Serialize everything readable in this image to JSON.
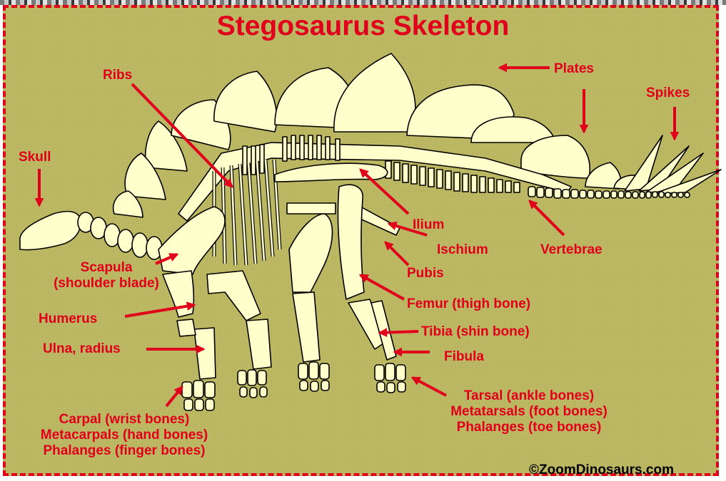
{
  "title": "Stegosaurus Skeleton",
  "labels": {
    "plates": "Plates",
    "spikes": "Spikes",
    "ribs": "Ribs",
    "skull": "Skull",
    "ilium": "Ilium",
    "ischium": "Ischium",
    "vertebrae": "Vertebrae",
    "pubis": "Pubis",
    "scapula_line1": "Scapula",
    "scapula_line2": "(shoulder blade)",
    "femur": "Femur (thigh bone)",
    "humerus": "Humerus",
    "tibia": "Tibia (shin bone)",
    "ulna_radius": "Ulna, radius",
    "fibula": "Fibula",
    "hind_foot_line1": "Tarsal (ankle bones)",
    "hind_foot_line2": "Metatarsals (foot bones)",
    "hind_foot_line3": "Phalanges (toe bones)",
    "front_foot_line1": "Carpal (wrist bones)",
    "front_foot_line2": "Metacarpals (hand bones)",
    "front_foot_line3": "Phalanges (finger bones)"
  },
  "copyright": "©ZoomDinosaurs.com",
  "colors": {
    "background": "#b6b15a",
    "label_red": "#e1001c",
    "bone": "#ffffcc",
    "outline": "#000000"
  }
}
